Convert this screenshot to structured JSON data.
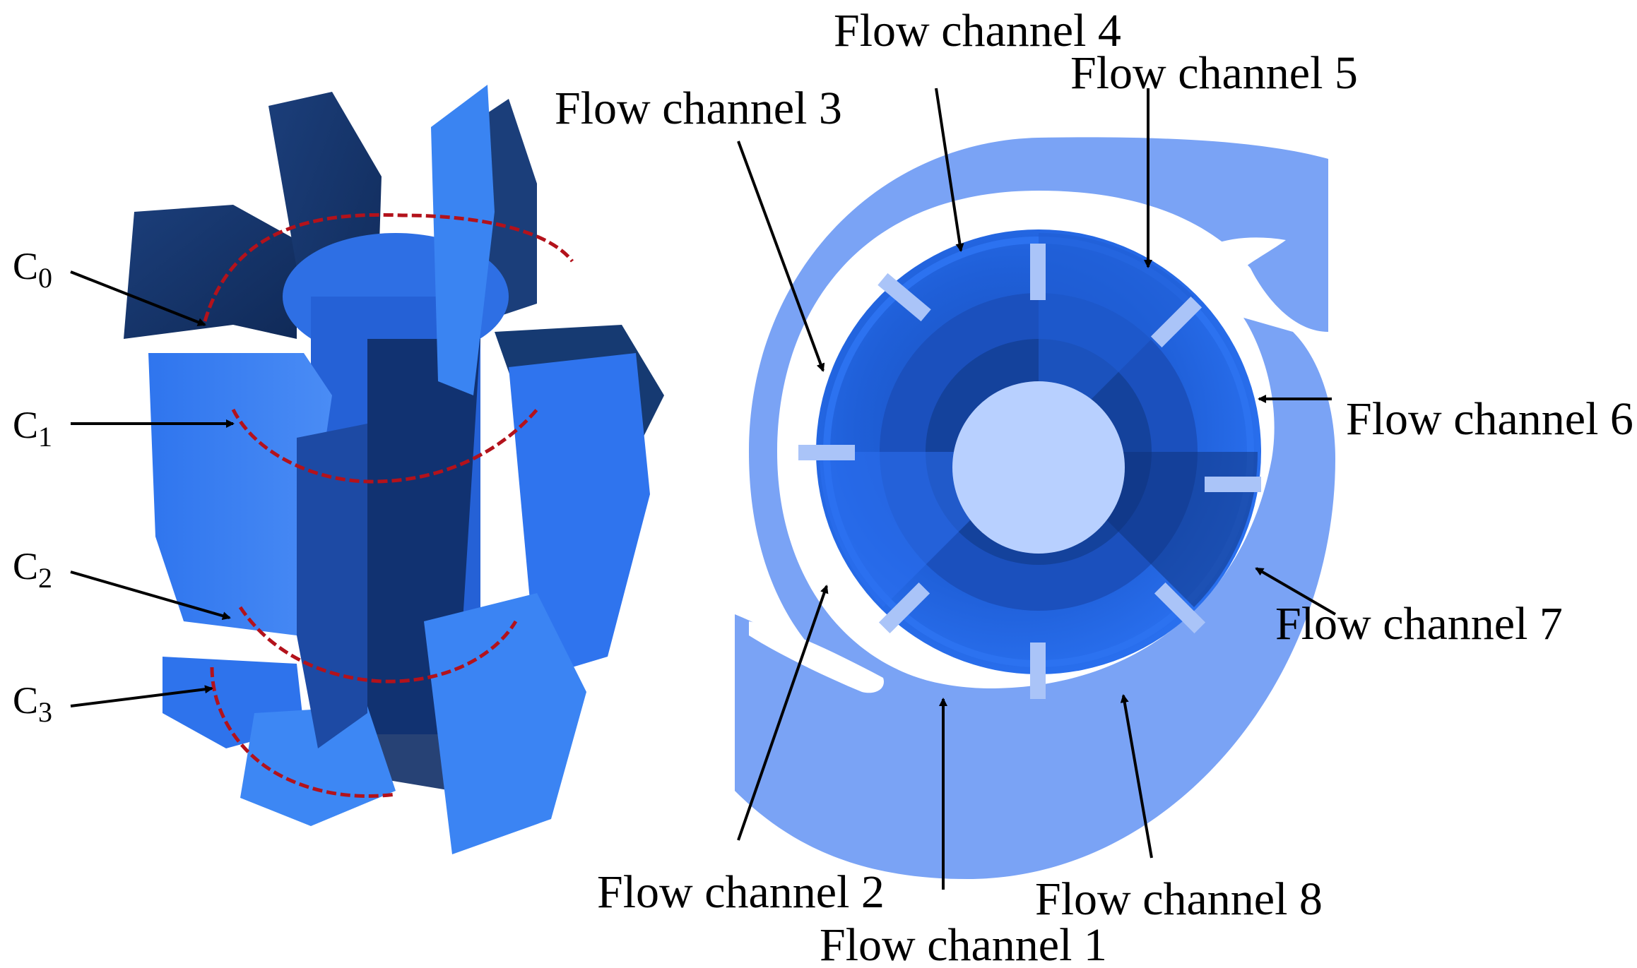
{
  "colors": {
    "volute": "#7aa3f5",
    "impeller_light": "#2b6ff0",
    "impeller_dark": "#0e3c96",
    "hub": "#b8d0ff",
    "blade_dark": "#132e5c",
    "curve_red": "#b3121b"
  },
  "left_labels": [
    {
      "base": "C",
      "sub": "0"
    },
    {
      "base": "C",
      "sub": "1"
    },
    {
      "base": "C",
      "sub": "2"
    },
    {
      "base": "C",
      "sub": "3"
    }
  ],
  "channel_labels": [
    "Flow channel 1",
    "Flow channel 2",
    "Flow channel 3",
    "Flow channel 4",
    "Flow channel 5",
    "Flow channel 6",
    "Flow channel 7",
    "Flow channel 8"
  ]
}
